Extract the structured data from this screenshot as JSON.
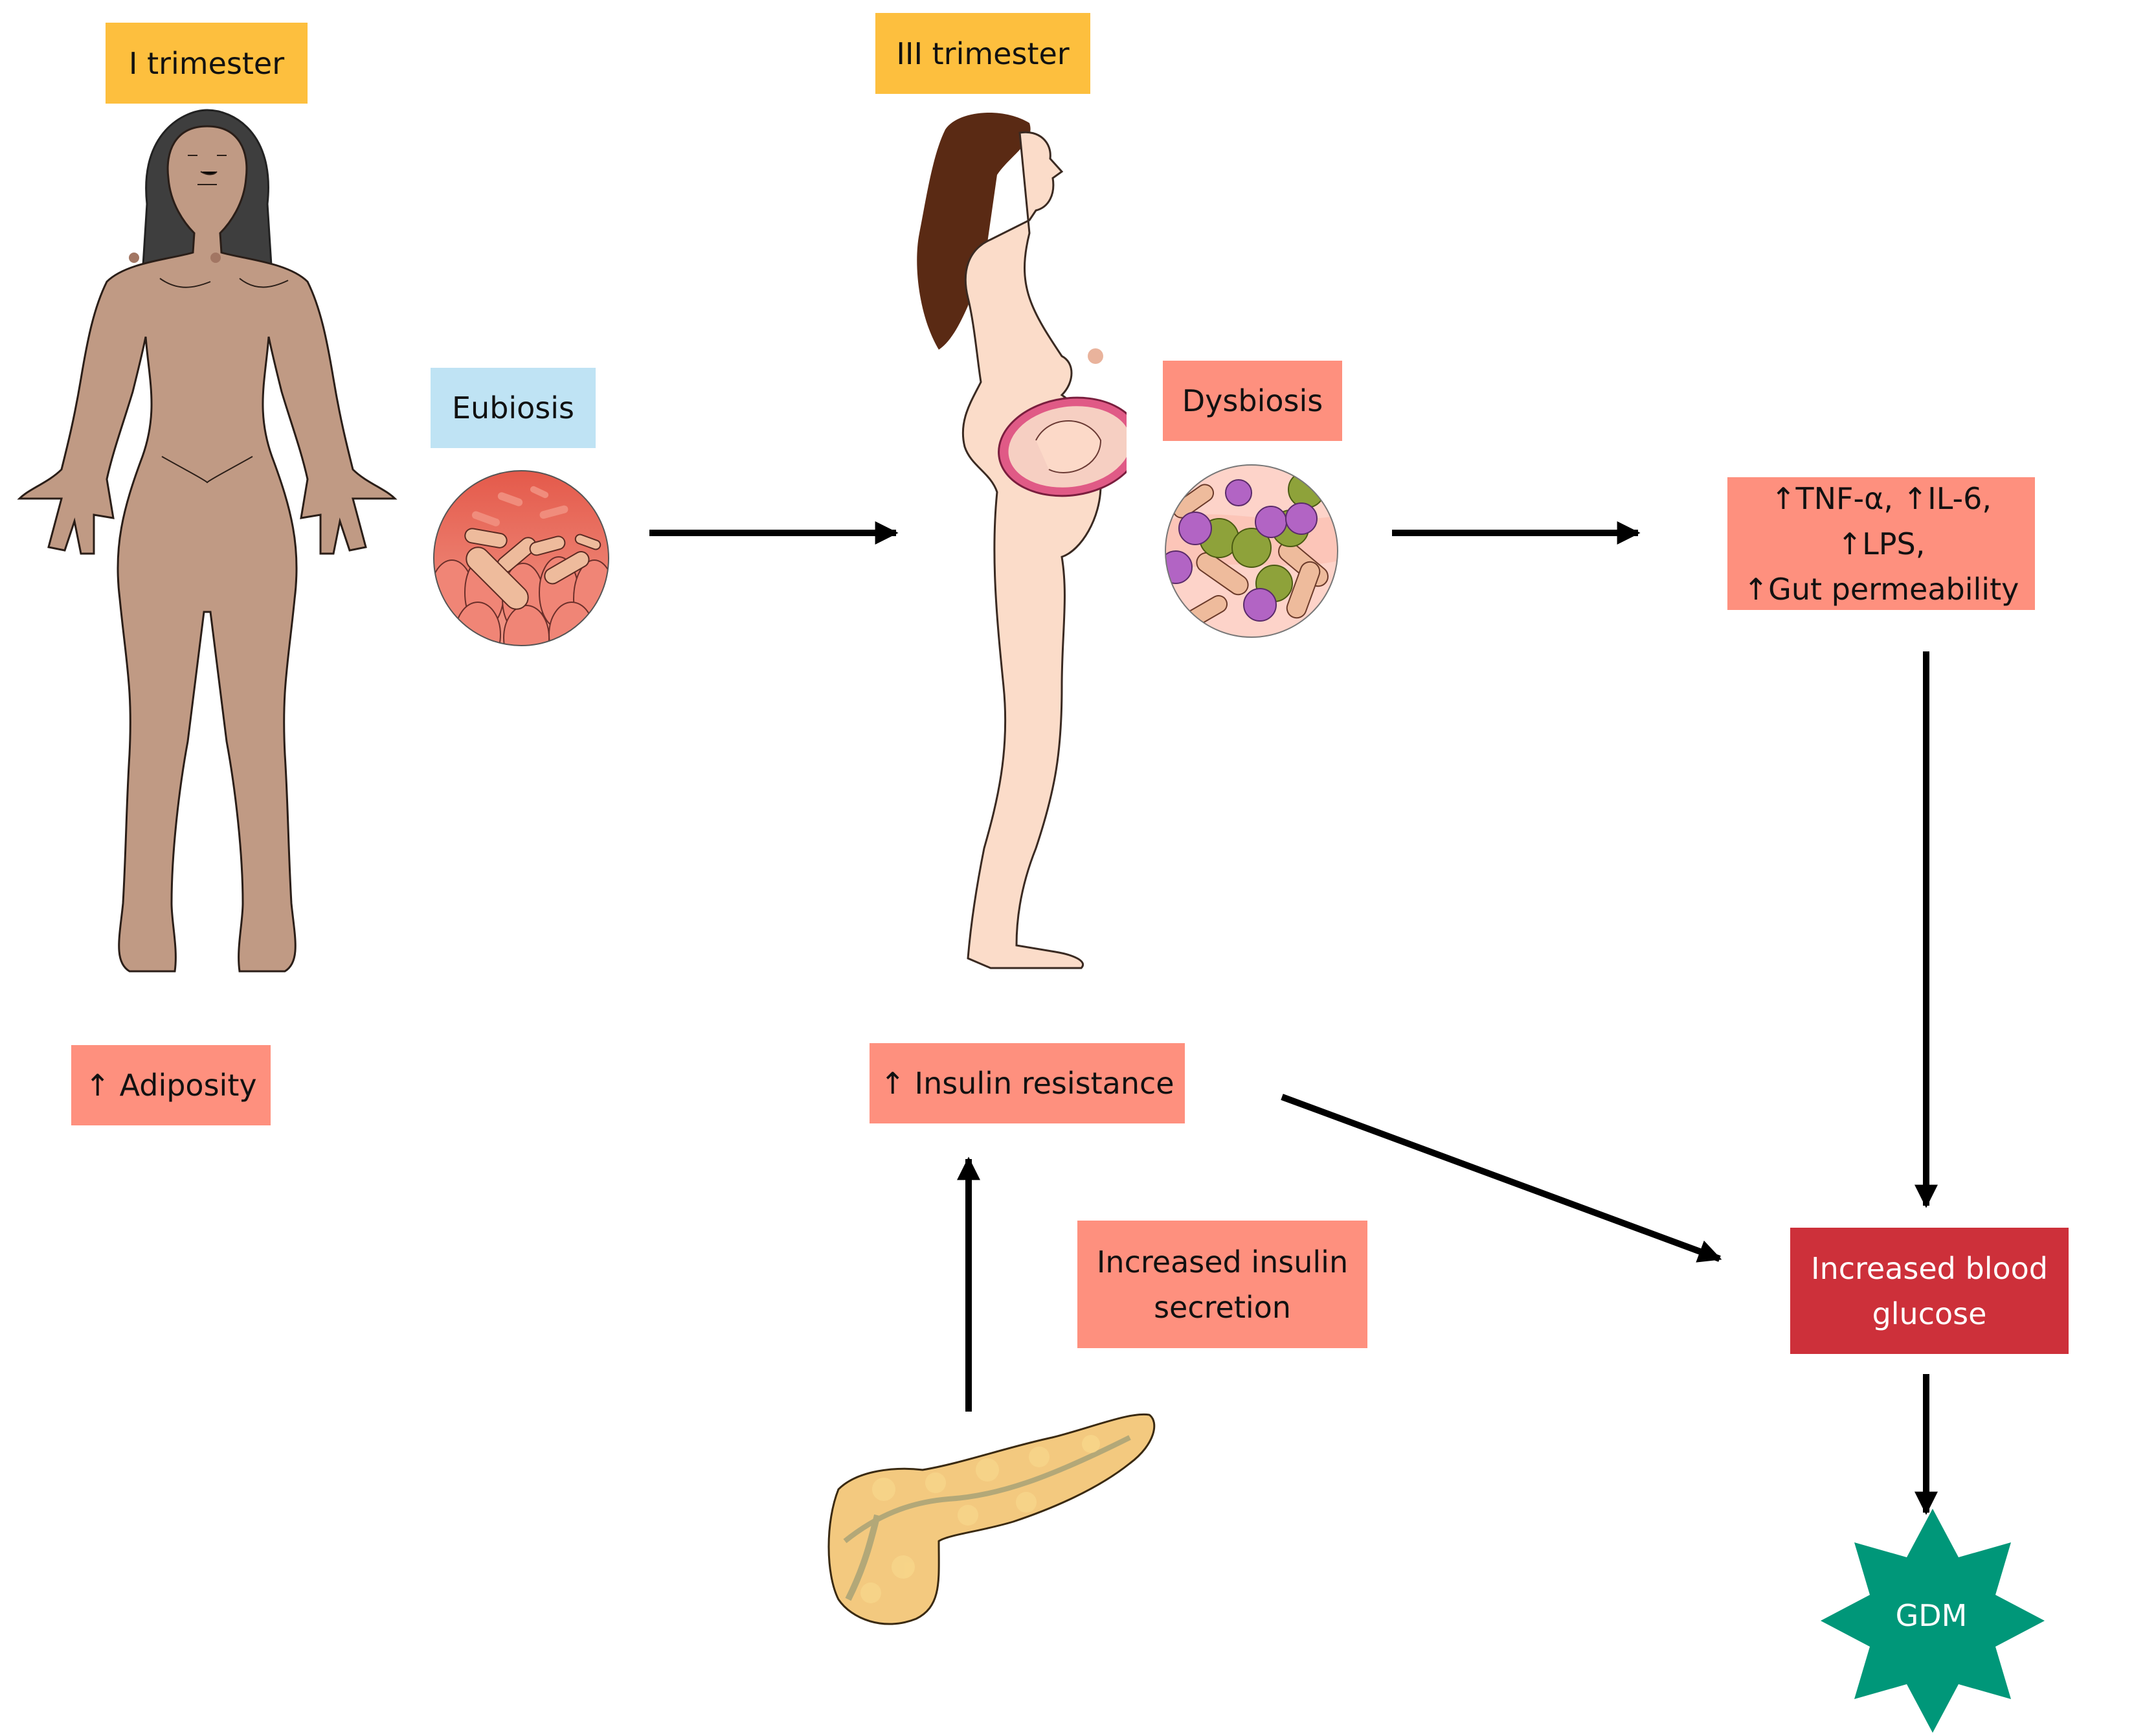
{
  "diagram": {
    "title": "Gut microbiota changes during pregnancy leading to GDM",
    "stages": {
      "first": {
        "label": "I trimester",
        "finding": "↑ Adiposity",
        "microbiota": "Eubiosis"
      },
      "third": {
        "label": "III trimester",
        "finding": "↑ Insulin resistance",
        "microbiota": "Dysbiosis"
      }
    },
    "inflammation": {
      "line1": "↑TNF-α, ↑IL-6, ↑LPS,",
      "line2": "↑Gut permeability"
    },
    "insulin_secretion": {
      "line1": "Increased insulin",
      "line2": "secretion"
    },
    "blood_glucose": {
      "line1": "Increased blood",
      "line2": "glucose"
    },
    "outcome": "GDM",
    "icons": {
      "woman_front": "non-pregnant-woman-figure",
      "woman_pregnant": "pregnant-woman-figure",
      "eubiosis": "healthy-gut-microbiota-icon",
      "dysbiosis": "dysbiotic-gut-microbiota-icon",
      "pancreas": "pancreas-icon",
      "outcome": "star-burst-icon"
    },
    "colors": {
      "trimester_label": "#fdbf3e",
      "eubiosis": "#bfe3f4",
      "negative_effect": "#fe907e",
      "blood_glucose": "#cd303a",
      "gdm": "#009779",
      "arrow": "#000000"
    },
    "edges": [
      {
        "from": "Eubiosis",
        "to": "III trimester"
      },
      {
        "from": "Dysbiosis",
        "to": "Inflammation markers"
      },
      {
        "from": "Inflammation markers",
        "to": "Increased blood glucose"
      },
      {
        "from": "Insulin resistance",
        "to": "Increased blood glucose"
      },
      {
        "from": "Pancreas / Increased insulin secretion",
        "to": "Insulin resistance"
      },
      {
        "from": "Increased blood glucose",
        "to": "GDM"
      }
    ]
  }
}
